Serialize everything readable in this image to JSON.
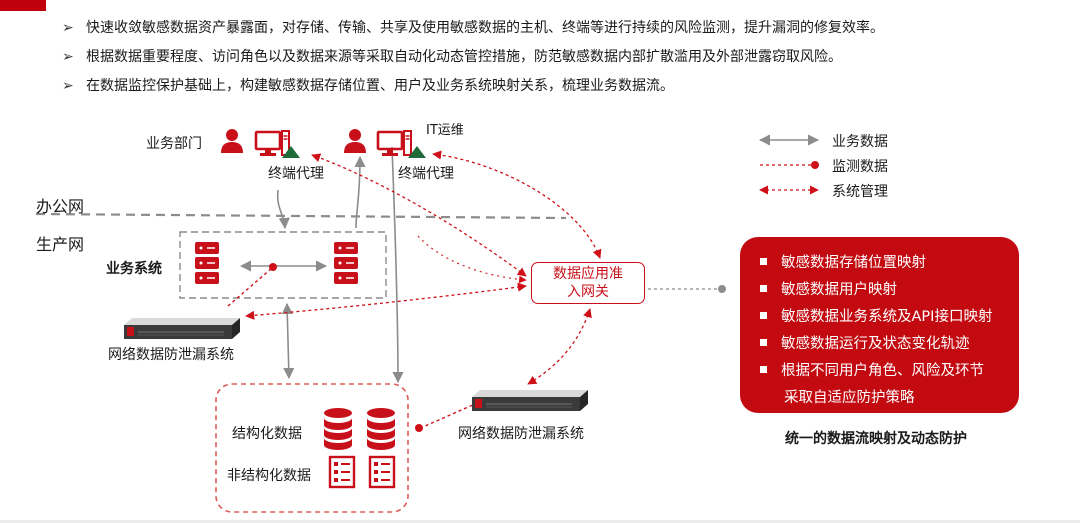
{
  "bullets": [
    "快速收敛敏感数据资产暴露面，对存储、传输、共享及使用敏感数据的主机、终端等进行持续的风险监测，提升漏洞的修复效率。",
    "根据数据重要程度、访问角色以及数据来源等采取自动化动态管控措施，防范敏感数据内部扩散滥用及外部泄露窃取风险。",
    "在数据监控保护基础上，构建敏感数据存储位置、用户及业务系统映射关系，梳理业务数据流。"
  ],
  "bullet_marker": "➢",
  "diagram": {
    "dept_label": "业务部门",
    "it_label": "IT运维",
    "agent_label_1": "终端代理",
    "agent_label_2": "终端代理",
    "office_net": "办公网",
    "prod_net": "生产网",
    "biz_system": "业务系统",
    "dlp_left": "网络数据防泄漏系统",
    "dlp_right": "网络数据防泄漏系统",
    "gateway_line1": "数据应用准",
    "gateway_line2": "入网关",
    "structured": "结构化数据",
    "unstructured": "非结构化数据"
  },
  "legend": [
    {
      "label": "业务数据",
      "style": "gray-double-arrow"
    },
    {
      "label": "监测数据",
      "style": "red-dotted-dot"
    },
    {
      "label": "系统管理",
      "style": "red-dotted-double-arrow"
    }
  ],
  "capabilities": [
    "敏感数据存储位置映射",
    "敏感数据用户映射",
    "敏感数据业务系统及API接口映射",
    "敏感数据运行及状态变化轨迹",
    "根据不同用户角色、风险及环节"
  ],
  "capability_continuation": "采取自适应防护策略",
  "caption": "统一的数据流映射及动态防护",
  "colors": {
    "brand_red": "#c0000c",
    "gray_line": "#8c8c8c",
    "red_line": "#d01018"
  },
  "icons": [
    "user-icon",
    "monitor-icon",
    "agent-triangle-icon",
    "server-icon",
    "appliance-icon",
    "database-icon",
    "document-icon"
  ]
}
